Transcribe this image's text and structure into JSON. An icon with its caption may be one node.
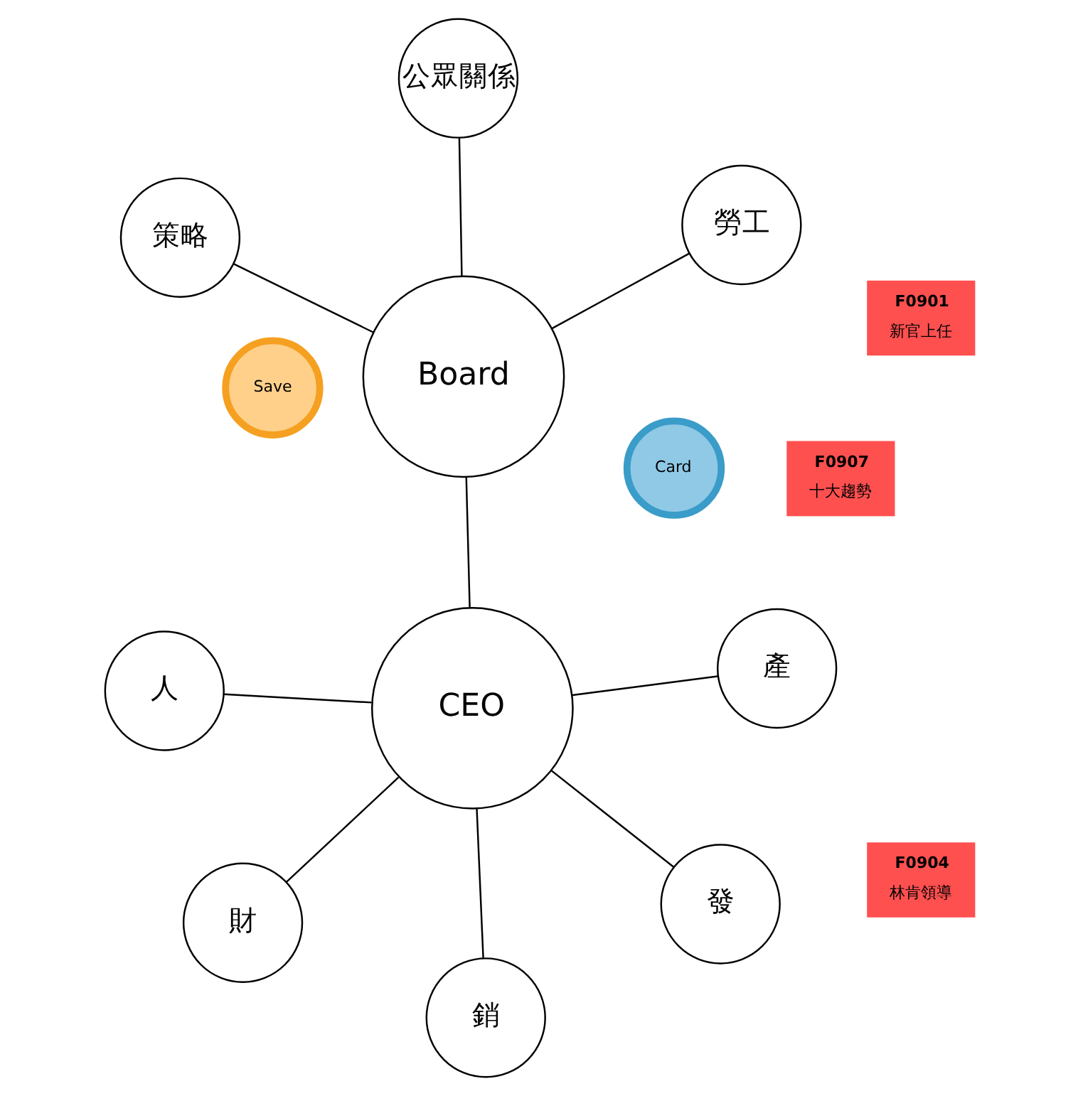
{
  "diagram": {
    "nodes": [
      {
        "text": [
          "F0907",
          "十大趨勢"
        ]
      },
      {
        "text": [
          "策略"
        ]
      },
      {
        "text": [
          "產"
        ]
      },
      {
        "text": [
          "銷"
        ]
      },
      {
        "text": [
          "F0904",
          "林肯領導"
        ]
      },
      {
        "text": [
          "公眾關係"
        ]
      },
      {
        "text": [
          "Board"
        ]
      },
      {
        "text": [
          "CEO"
        ]
      },
      {
        "text": [
          "F0901",
          "新官上任"
        ]
      },
      {
        "text": [
          "人"
        ]
      },
      {
        "text": [
          "勞工"
        ]
      },
      {
        "text": [
          "財"
        ]
      },
      {
        "text": [
          "發"
        ]
      },
      {
        "text": [
          "Card"
        ]
      },
      {
        "text": [
          "Save"
        ]
      }
    ],
    "edges": [
      {
        "from": 1,
        "to": 6,
        "arrow": "none"
      },
      {
        "from": 5,
        "to": 6,
        "arrow": "none"
      },
      {
        "from": 6,
        "to": 7,
        "arrow": "none"
      },
      {
        "from": 2,
        "to": 7,
        "arrow": "none"
      },
      {
        "from": 3,
        "to": 7,
        "arrow": "none"
      },
      {
        "from": 7,
        "to": 9,
        "arrow": "none"
      },
      {
        "from": 6,
        "to": 10,
        "arrow": "none"
      },
      {
        "from": 7,
        "to": 11,
        "arrow": "none"
      },
      {
        "from": 7,
        "to": 12,
        "arrow": "none"
      }
    ]
  }
}
